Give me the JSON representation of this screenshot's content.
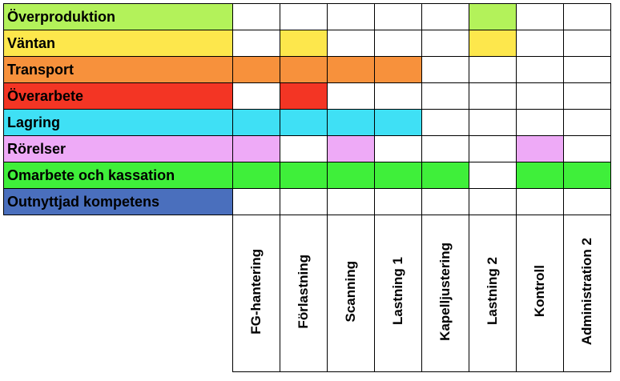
{
  "columns": [
    "FG-hantering",
    "Förlastning",
    "Scanning",
    "Lastning 1",
    "Kapelljustering",
    "Lastning 2",
    "Kontroll",
    "Administration 2"
  ],
  "rows": [
    {
      "label": "Överproduktion",
      "color": "#b3f25a",
      "marks": [
        0,
        0,
        0,
        0,
        0,
        1,
        0,
        0
      ]
    },
    {
      "label": "Väntan",
      "color": "#fde74c",
      "marks": [
        0,
        1,
        0,
        0,
        0,
        1,
        0,
        0
      ]
    },
    {
      "label": "Transport",
      "color": "#f7913c",
      "marks": [
        1,
        1,
        1,
        1,
        0,
        0,
        0,
        0
      ]
    },
    {
      "label": "Överarbete",
      "color": "#f33524",
      "marks": [
        0,
        1,
        0,
        0,
        0,
        0,
        0,
        0
      ]
    },
    {
      "label": "Lagring",
      "color": "#3fe0f5",
      "marks": [
        1,
        1,
        1,
        1,
        0,
        0,
        0,
        0
      ]
    },
    {
      "label": "Rörelser",
      "color": "#eeaaf7",
      "marks": [
        1,
        0,
        1,
        0,
        0,
        0,
        1,
        0
      ]
    },
    {
      "label": "Omarbete och kassation",
      "color": "#3fef3a",
      "marks": [
        1,
        1,
        1,
        1,
        1,
        0,
        1,
        1
      ]
    },
    {
      "label": "Outnyttjad kompetens",
      "color": "#4a6fbd",
      "marks": [
        0,
        0,
        0,
        0,
        0,
        0,
        0,
        0
      ]
    }
  ]
}
